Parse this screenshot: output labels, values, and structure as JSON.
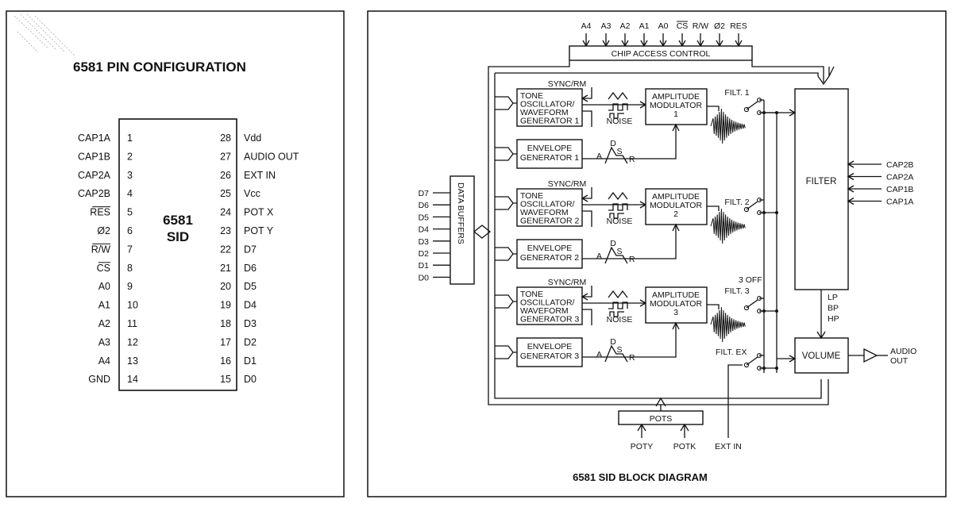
{
  "pin_panel": {
    "title": "6581 PIN CONFIGURATION",
    "chip_label_line1": "6581",
    "chip_label_line2": "SID",
    "left_pins": [
      {
        "num": "1",
        "name": "CAP1A"
      },
      {
        "num": "2",
        "name": "CAP1B"
      },
      {
        "num": "3",
        "name": "CAP2A"
      },
      {
        "num": "4",
        "name": "CAP2B"
      },
      {
        "num": "5",
        "name": "RES"
      },
      {
        "num": "6",
        "name": "Ø2"
      },
      {
        "num": "7",
        "name": "R/W"
      },
      {
        "num": "8",
        "name": "CS"
      },
      {
        "num": "9",
        "name": "A0"
      },
      {
        "num": "10",
        "name": "A1"
      },
      {
        "num": "11",
        "name": "A2"
      },
      {
        "num": "12",
        "name": "A3"
      },
      {
        "num": "13",
        "name": "A4"
      },
      {
        "num": "14",
        "name": "GND"
      }
    ],
    "right_pins": [
      {
        "num": "28",
        "name": "Vdd"
      },
      {
        "num": "27",
        "name": "AUDIO OUT"
      },
      {
        "num": "26",
        "name": "EXT IN"
      },
      {
        "num": "25",
        "name": "Vcc"
      },
      {
        "num": "24",
        "name": "POT X"
      },
      {
        "num": "23",
        "name": "POT Y"
      },
      {
        "num": "22",
        "name": "D7"
      },
      {
        "num": "21",
        "name": "D6"
      },
      {
        "num": "20",
        "name": "D5"
      },
      {
        "num": "19",
        "name": "D4"
      },
      {
        "num": "18",
        "name": "D3"
      },
      {
        "num": "17",
        "name": "D2"
      },
      {
        "num": "16",
        "name": "D1"
      },
      {
        "num": "15",
        "name": "D0"
      }
    ]
  },
  "block": {
    "caption": "6581 SID BLOCK DIAGRAM",
    "top_inputs": [
      "A4",
      "A3",
      "A2",
      "A1",
      "A0",
      "CS",
      "R/W",
      "Ø2",
      "RES"
    ],
    "chip_access": "CHIP ACCESS CONTROL",
    "data_buffers": "DATA BUFFERS",
    "data_lines": [
      "D7",
      "D6",
      "D5",
      "D4",
      "D3",
      "D2",
      "D1",
      "D0"
    ],
    "voices": [
      {
        "sync": "SYNC/RM",
        "osc": [
          "TONE",
          "OSCILLATOR/",
          "WAVEFORM",
          "GENERATOR 1"
        ],
        "env": [
          "ENVELOPE",
          "GENERATOR 1"
        ],
        "noise": "NOISE",
        "mod": [
          "AMPLITUDE",
          "MODULATOR",
          "1"
        ],
        "filt": "FILT. 1",
        "adsr": [
          "A",
          "D",
          "S",
          "R"
        ]
      },
      {
        "sync": "SYNC/RM",
        "osc": [
          "TONE",
          "OSCILLATOR/",
          "WAVEFORM",
          "GENERATOR 2"
        ],
        "env": [
          "ENVELOPE",
          "GENERATOR 2"
        ],
        "noise": "NOISE",
        "mod": [
          "AMPLITUDE",
          "MODULATOR",
          "2"
        ],
        "filt": "FILT. 2",
        "adsr": [
          "A",
          "D",
          "S",
          "R"
        ]
      },
      {
        "sync": "SYNC/RM",
        "osc": [
          "TONE",
          "OSCILLATOR/",
          "WAVEFORM",
          "GENERATOR 3"
        ],
        "env": [
          "ENVELOPE",
          "GENERATOR 3"
        ],
        "noise": "NOISE",
        "mod": [
          "AMPLITUDE",
          "MODULATOR",
          "3"
        ],
        "filt": "FILT. 3",
        "adsr": [
          "A",
          "D",
          "S",
          "R"
        ]
      }
    ],
    "three_off": "3 OFF",
    "filt_ex": "FILT. EX",
    "filter": "FILTER",
    "filter_caps": [
      "CAP2B",
      "CAP2A",
      "CAP1B",
      "CAP1A"
    ],
    "filter_modes": [
      "LP",
      "BP",
      "HP"
    ],
    "volume": "VOLUME",
    "audio_out": [
      "AUDIO",
      "OUT"
    ],
    "pots": "POTS",
    "pot_inputs": [
      "POTY",
      "POTK"
    ],
    "ext_in": "EXT IN"
  }
}
